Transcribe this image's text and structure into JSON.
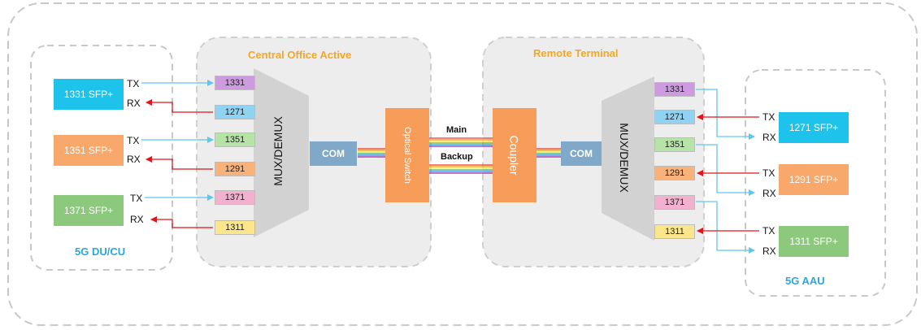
{
  "groups": {
    "du_cu": "5G DU/CU",
    "central_office": "Central Office Active",
    "remote_terminal": "Remote Terminal",
    "aau": "5G AAU"
  },
  "left_sfps": [
    {
      "label": "1331 SFP+",
      "color": "#1ec3ec"
    },
    {
      "label": "1351 SFP+",
      "color": "#f9a86c"
    },
    {
      "label": "1371 SFP+",
      "color": "#8dc97d"
    }
  ],
  "right_sfps": [
    {
      "label": "1271 SFP+",
      "color": "#1ec3ec"
    },
    {
      "label": "1291 SFP+",
      "color": "#f9a86c"
    },
    {
      "label": "1311 SFP+",
      "color": "#8dc97d"
    }
  ],
  "co_channels": [
    {
      "label": "1331",
      "color": "#cf9be0"
    },
    {
      "label": "1271",
      "color": "#8fd2f2"
    },
    {
      "label": "1351",
      "color": "#b6e3a6"
    },
    {
      "label": "1291",
      "color": "#f8b27a"
    },
    {
      "label": "1371",
      "color": "#f2b1cf"
    },
    {
      "label": "1311",
      "color": "#fbe68c"
    }
  ],
  "rt_channels": [
    {
      "label": "1331",
      "color": "#cf9be0"
    },
    {
      "label": "1271",
      "color": "#8fd2f2"
    },
    {
      "label": "1351",
      "color": "#b6e3a6"
    },
    {
      "label": "1291",
      "color": "#f8b27a"
    },
    {
      "label": "1371",
      "color": "#f2b1cf"
    },
    {
      "label": "1311",
      "color": "#fbe68c"
    }
  ],
  "tx": "TX",
  "rx": "RX",
  "mux_label": "MUX/DEMUX",
  "com_label": "COM",
  "optical_switch": "Optical Switch",
  "coupler": "Coupler",
  "main": "Main",
  "backup": "Backup",
  "colors": {
    "tx_arrow": "#5fc6ef",
    "rx_arrow": "#e0161b",
    "heading": "#f5a623",
    "group_label": "#29a8e0"
  }
}
